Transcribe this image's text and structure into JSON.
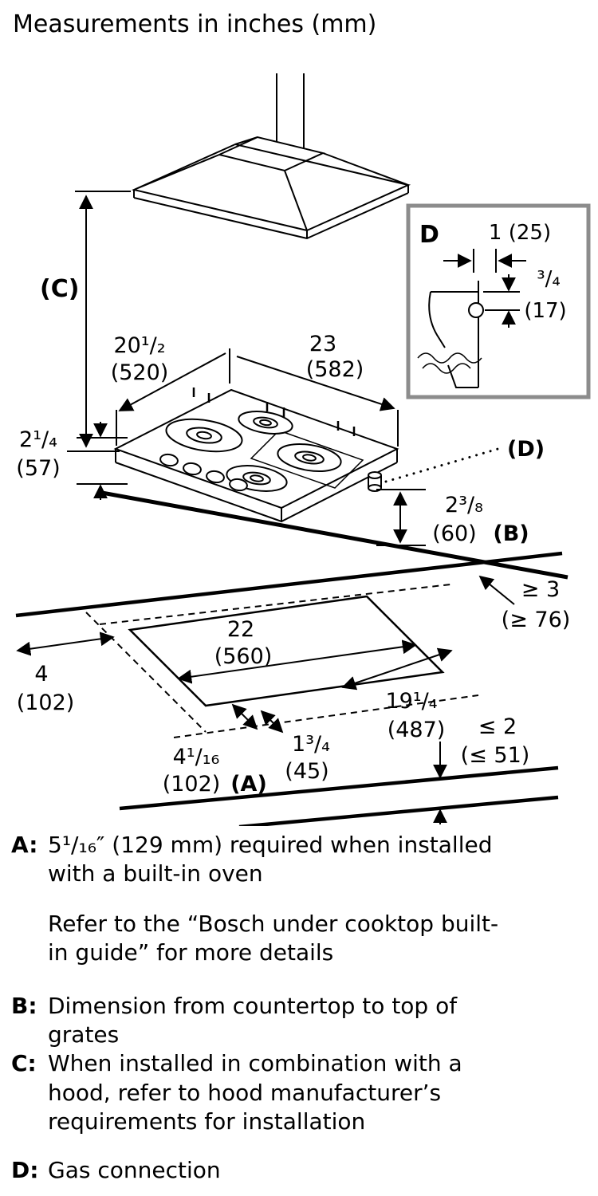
{
  "title": "Measurements in inches (mm)",
  "dims": {
    "width_in": "20¹/₂",
    "width_mm": "(520)",
    "length_in": "23",
    "length_mm": "(582)",
    "height_in": "2¹/₄",
    "height_mm": "(57)",
    "grate_in": "2³/₈",
    "grate_mm": "(60)",
    "grate_ref": "(B)",
    "hood_ref": "(C)",
    "gas_ref": "(D)"
  },
  "inset": {
    "title": "D",
    "offset": "1 (25)",
    "height_in": "³/₄",
    "height_mm": "(17)"
  },
  "cutout": {
    "width_in": "22",
    "width_mm": "(560)",
    "left_in": "4",
    "left_mm": "(102)",
    "depth_in": "19¹/₄",
    "depth_mm": "(487)",
    "rear_in": "≥ 3",
    "rear_mm": "(≥ 76)",
    "edge_in": "≤ 2",
    "edge_mm": "(≤ 51)",
    "front_in": "4¹/₁₆",
    "front_mm": "(102)",
    "front_ref": "(A)",
    "overhang_in": "1³/₄",
    "overhang_mm": "(45)"
  },
  "notes": [
    {
      "key": "A:",
      "text": "5¹/₁₆″ (129 mm) required when installed with a built-in oven"
    },
    {
      "key": "",
      "text": "Refer to the “Bosch under cooktop built-in guide” for more details"
    },
    {
      "key": "B:",
      "text": "Dimension from countertop to top of grates"
    },
    {
      "key": "C:",
      "text": "When installed in combination with a hood, refer to hood manufacturer’s requirements for installation"
    },
    {
      "key": "D:",
      "text": "Gas connection"
    }
  ]
}
